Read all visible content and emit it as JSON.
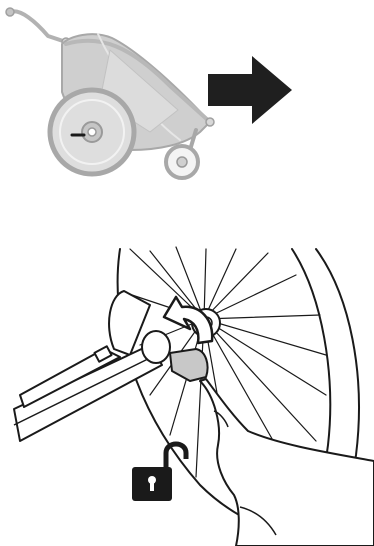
{
  "figures": [
    {
      "id": "stroller-figure",
      "icon": "stroller-side-view",
      "highlight": "rear-wheel-axle",
      "arrow_icon": "arrow-right-icon",
      "arrow_direction": "right"
    },
    {
      "id": "detail-figure",
      "icon": "wheel-axle-closeup",
      "rotation_arrow_icon": "rotate-arrow-icon",
      "lock_state_icon": "unlocked-padlock-icon"
    }
  ],
  "colors": {
    "stroller_fill": "#cfcfcf",
    "stroller_outline": "#a8a8a8",
    "arrow": "#1f1f1f",
    "line_art": "#1a1a1a",
    "highlight": "#1a1a1a",
    "background": "#ffffff"
  }
}
